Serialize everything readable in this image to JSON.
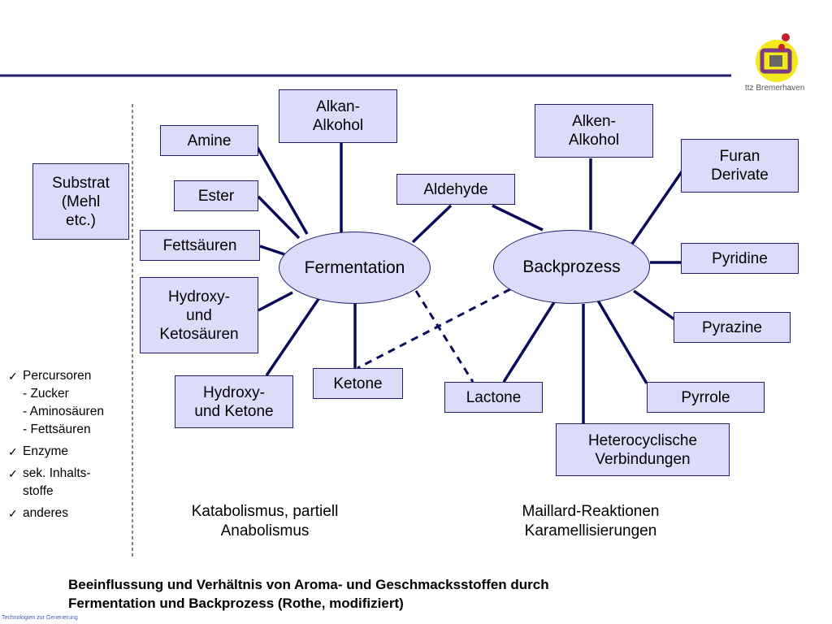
{
  "logo": {
    "text": "ttz Bremerhaven",
    "colors": {
      "yellow": "#f2e81a",
      "red": "#c8202a",
      "purple": "#7a3a86",
      "gray": "#666666"
    }
  },
  "colors": {
    "header_line": "#1f1f6e",
    "box_fill": "#dcdcfa",
    "box_border": "#1f1f6e",
    "connector": "#0a0a5a"
  },
  "left_box": {
    "label": "Substrat\n(Mehl\netc.)"
  },
  "bullets": [
    {
      "label": "Percursoren",
      "subs": [
        "- Zucker",
        "- Aminosäuren",
        "- Fettsäuren"
      ]
    },
    {
      "label": "Enzyme",
      "subs": []
    },
    {
      "label": "sek. Inhalts-",
      "subs": [
        "stoffe"
      ]
    },
    {
      "label": "anderes",
      "subs": []
    }
  ],
  "hubs": {
    "fermentation": "Fermentation",
    "backprozess": "Backprozess"
  },
  "nodes": {
    "amine": "Amine",
    "ester": "Ester",
    "fettsaeuren": "Fettsäuren",
    "hydroxy_ketosaeuren": "Hydroxy-\nund\nKetosäuren",
    "hydroxy_ketone": "Hydroxy-\nund Ketone",
    "alkan_alkohol": "Alkan-\nAlkohol",
    "ketone": "Ketone",
    "aldehyde": "Aldehyde",
    "lactone": "Lactone",
    "alken_alkohol": "Alken-\nAlkohol",
    "furan_derivate": "Furan\nDerivate",
    "pyridine": "Pyridine",
    "pyrazine": "Pyrazine",
    "pyrrole": "Pyrrole",
    "heterocyclische": "Heterocyclische\nVerbindungen"
  },
  "captions": {
    "fermentation": "Katabolismus, partiell\nAnabolismus",
    "backprozess": "Maillard-Reaktionen\nKaramellisierungen"
  },
  "title": "Beeinflussung und Verhältnis von Aroma- und Geschmacksstoffen durch\nFermentation und Backprozess (Rothe, modifiziert)",
  "footer": "Technologien zur Generierung"
}
